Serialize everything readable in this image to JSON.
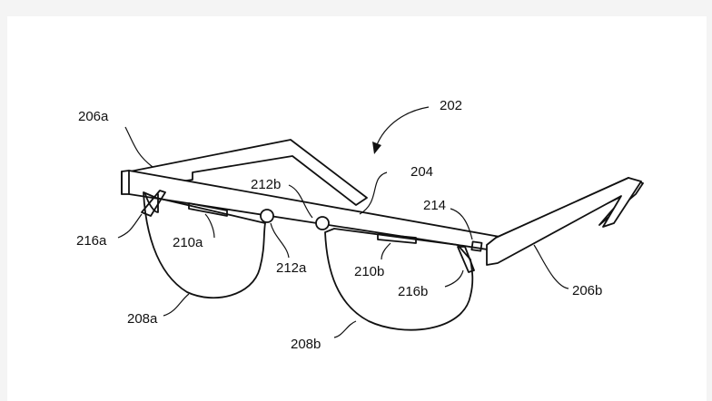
{
  "figure": {
    "labels": {
      "system": "202",
      "frame": "204",
      "temple_left": "206a",
      "temple_right": "206b",
      "lens_left": "208a",
      "lens_right": "208b",
      "display_left": "210a",
      "display_right": "210b",
      "camera_left": "212a",
      "camera_right": "212b",
      "sensor": "214",
      "mount_left": "216a",
      "mount_right": "216b"
    }
  }
}
